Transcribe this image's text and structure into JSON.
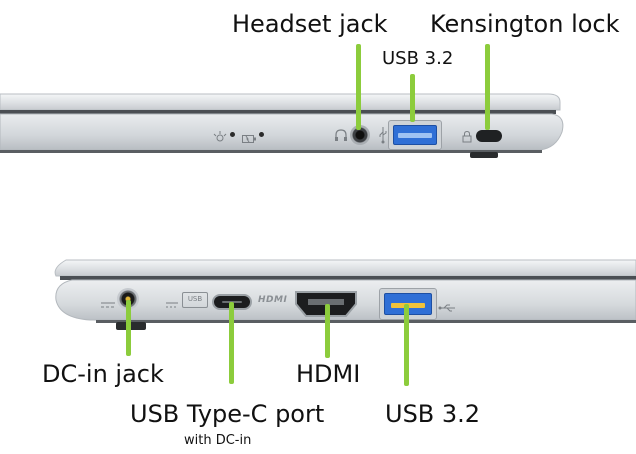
{
  "labels": {
    "headset_jack": "Headset jack",
    "kensington_lock": "Kensington lock",
    "usb_top": "USB 3.2",
    "dc_in_jack": "DC-in jack",
    "hdmi": "HDMI",
    "usb_c_port": "USB Type-C port",
    "usb_c_note": "with DC-in",
    "usb_bottom": "USB 3.2"
  },
  "port_markings": {
    "hdmi": "HDMI",
    "usb_c": "USB"
  },
  "colors": {
    "leader_line": "#8ccc3c",
    "usb_port_blue": "#2f6fd6",
    "chassis_silver": "#d9dde1"
  },
  "icons": [
    "power-icon",
    "battery-icon",
    "headset-icon",
    "usb-icon",
    "lock-icon",
    "dc-icon",
    "thunderbolt-icon"
  ]
}
